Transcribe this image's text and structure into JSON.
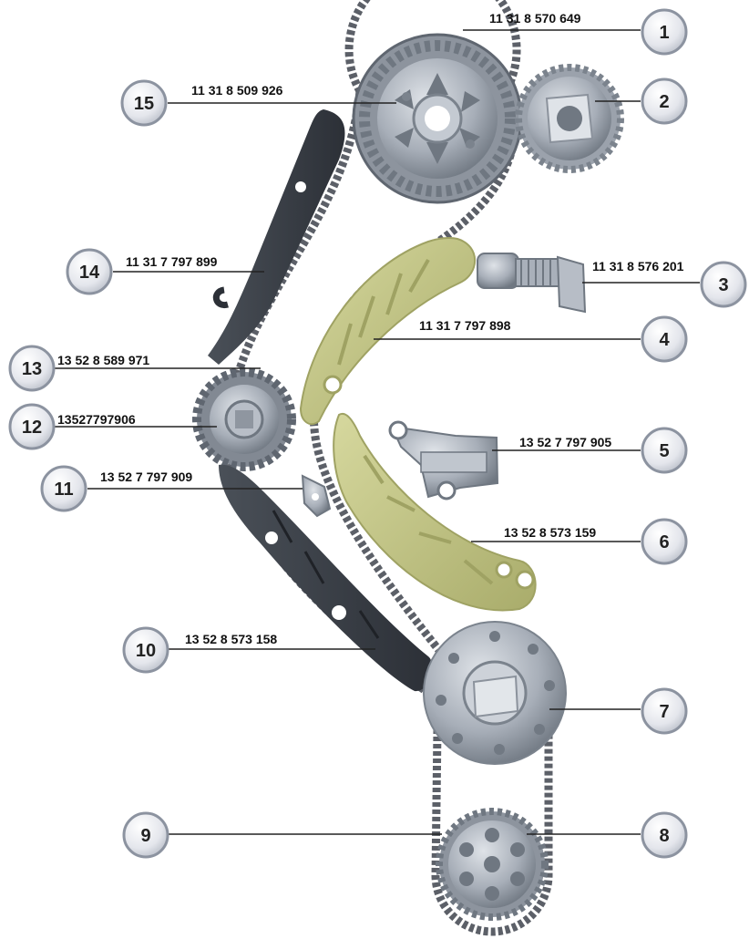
{
  "callouts": [
    {
      "num": "1",
      "part": "11 31 8 570 649"
    },
    {
      "num": "2",
      "part": ""
    },
    {
      "num": "3",
      "part": "11 31 8 576 201"
    },
    {
      "num": "4",
      "part": "11 31 7 797 898"
    },
    {
      "num": "5",
      "part": "13 52 7 797 905"
    },
    {
      "num": "6",
      "part": "13 52 8 573 159"
    },
    {
      "num": "7",
      "part": ""
    },
    {
      "num": "8",
      "part": ""
    },
    {
      "num": "9",
      "part": ""
    },
    {
      "num": "10",
      "part": "13 52 8 573 158"
    },
    {
      "num": "11",
      "part": "13 52 7 797 909"
    },
    {
      "num": "12",
      "part": "13527797906"
    },
    {
      "num": "13",
      "part": "13 52 8 589 971"
    },
    {
      "num": "14",
      "part": "11 31 7 797 899"
    },
    {
      "num": "15",
      "part": "11 31 8 509 926"
    }
  ],
  "colors": {
    "metal": "#9fa6b0",
    "metal_dark": "#6f7781",
    "chain": "#5c6068",
    "rail_dark": "#3b4048",
    "guide_yellow": "#c7c98a",
    "guide_yellow_dark": "#9fa263",
    "callout_fill": "#e6e8ee",
    "callout_ring": "#8c93a0",
    "leader": "#222222"
  }
}
